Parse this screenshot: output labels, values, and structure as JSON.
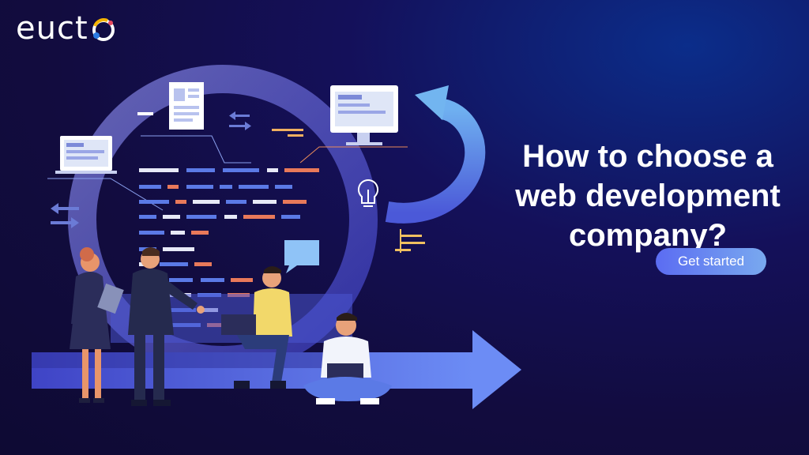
{
  "brand": {
    "logo_text": "euct",
    "logo_mark": "o-orbit-logo-mark"
  },
  "headline": {
    "line1": "How to choose a",
    "line2": "web development",
    "line3": "company?"
  },
  "cta": {
    "label": "Get started"
  },
  "colors": {
    "background": "#120c3f",
    "accent_blue": "#5b6cf2",
    "button_gradient_end": "#79a9ef",
    "text": "#ffffff"
  },
  "icons": [
    "monitor-icon",
    "laptop-icon",
    "document-icon",
    "lightbulb-icon",
    "arrows-icon",
    "chat-bubble-icon"
  ]
}
